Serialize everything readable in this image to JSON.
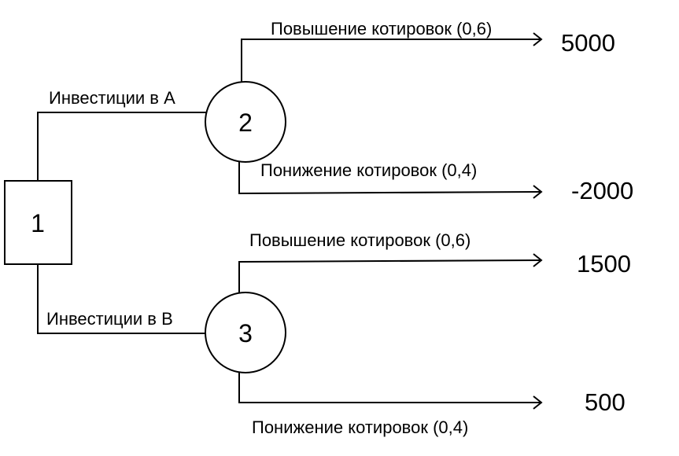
{
  "nodes": {
    "decision": "1",
    "chance_a": "2",
    "chance_b": "3"
  },
  "branches": {
    "invest_a": "Инвестиции в А",
    "invest_b": "Инвестиции в В"
  },
  "outcomes": [
    {
      "label": "Повышение котировок (0,6)",
      "value": "5000"
    },
    {
      "label": "Понижение котировок (0,4)",
      "value": "-2000"
    },
    {
      "label": "Повышение котировок (0,6)",
      "value": "1500"
    },
    {
      "label": "Понижение котировок (0,4)",
      "value": "500"
    }
  ]
}
